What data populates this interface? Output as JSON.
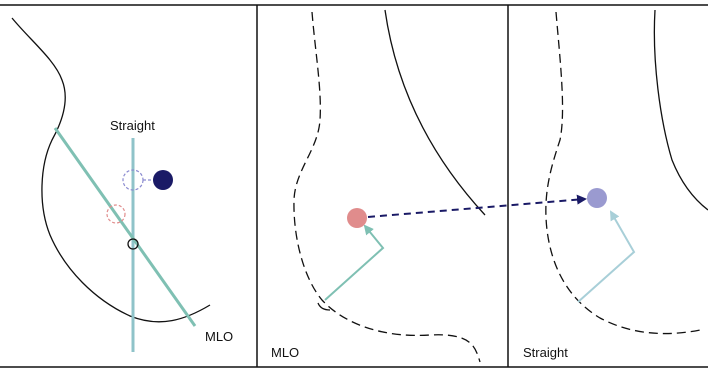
{
  "panels": [
    {
      "id": "overview",
      "label_straight": "Straight",
      "label_mlo": "MLO"
    },
    {
      "id": "mlo-view",
      "label": "MLO"
    },
    {
      "id": "straight-view",
      "label": "Straight"
    }
  ],
  "colors": {
    "background": "#ffffff",
    "frame": "#111111",
    "outline": "#111111",
    "straight_axis": "#8fc3c9",
    "mlo_axis": "#7fc0b3",
    "lesion_mlo": "#e08c8c",
    "lesion_straight": "#9a9ad0",
    "lesion_navy": "#1a1a66",
    "projection_arrow": "#1a1a66",
    "mlo_arrow": "#7fc0b3",
    "straight_arrow": "#a8cfd8",
    "red_marker": "#e08c8c",
    "blue_marker": "#8a8ad0",
    "nipple_marker": "#111111"
  }
}
